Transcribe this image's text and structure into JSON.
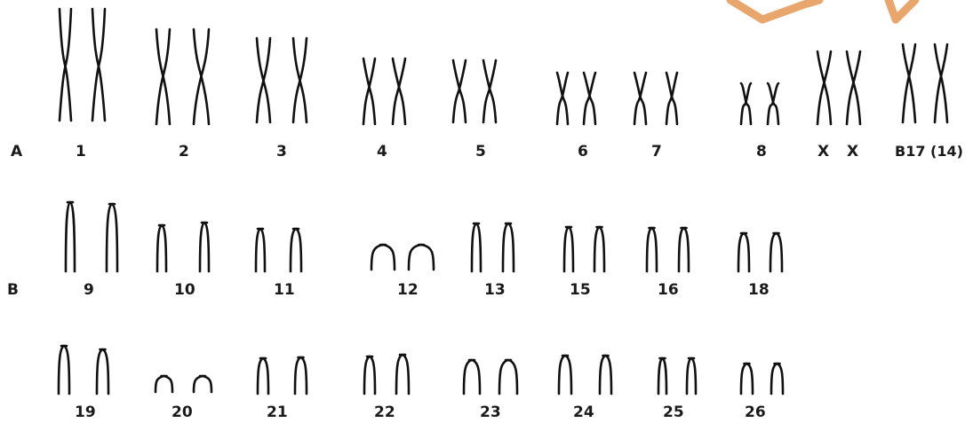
{
  "colors": {
    "ink": "#111111",
    "background": "#ffffff",
    "watermark": "#e8a56c"
  },
  "watermark": {
    "icon": "orange-logo-fragment"
  },
  "rows": [
    {
      "label": "A",
      "type": "metacentric",
      "chromosomes": [
        {
          "label": "1"
        },
        {
          "label": "2"
        },
        {
          "label": "3"
        },
        {
          "label": "4"
        },
        {
          "label": "5"
        },
        {
          "label": "6"
        },
        {
          "label": "7"
        },
        {
          "label": "8"
        },
        {
          "label": "X"
        },
        {
          "label": "X"
        },
        {
          "label": "B17 (14)"
        }
      ]
    },
    {
      "label": "B",
      "type": "acrocentric",
      "chromosomes": [
        {
          "label": "9"
        },
        {
          "label": "10"
        },
        {
          "label": "11"
        },
        {
          "label": "12"
        },
        {
          "label": "13"
        },
        {
          "label": "15"
        },
        {
          "label": "16"
        },
        {
          "label": "18"
        }
      ]
    },
    {
      "label": "",
      "type": "acrocentric",
      "chromosomes": [
        {
          "label": "19"
        },
        {
          "label": "20"
        },
        {
          "label": "21"
        },
        {
          "label": "22"
        },
        {
          "label": "23"
        },
        {
          "label": "24"
        },
        {
          "label": "25"
        },
        {
          "label": "26"
        }
      ]
    }
  ]
}
